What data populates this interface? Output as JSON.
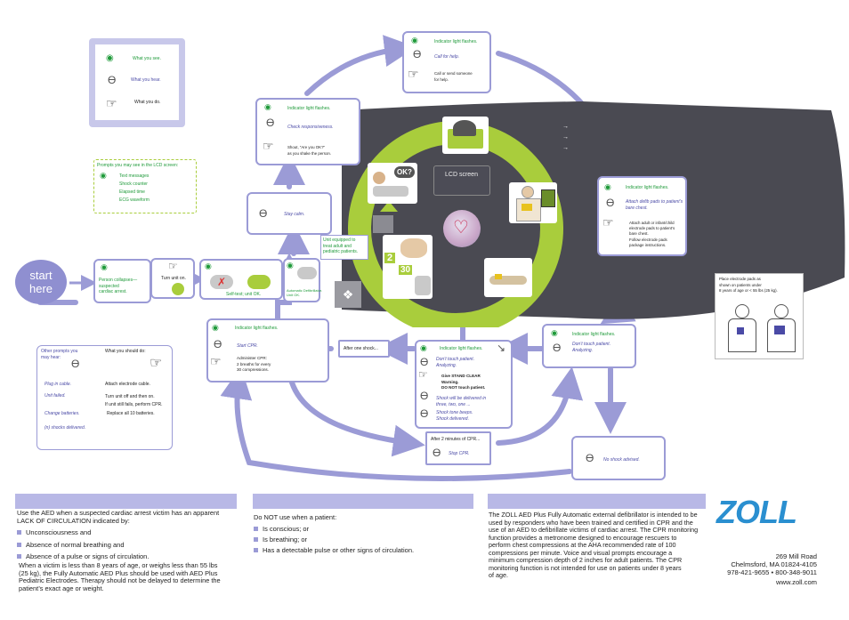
{
  "legend": {
    "see": "What you see.",
    "hear": "What you hear.",
    "do": "What you do."
  },
  "prompts_box": {
    "title": "Prompts you may see in the LCD screen:",
    "items": [
      "Text messages",
      "Shock counter",
      "Elapsed time",
      "ECG waveform"
    ]
  },
  "start": {
    "line1": "start",
    "line2": "here"
  },
  "flow_left": {
    "collapse": "Person collapses—\nsuspected\ncardiac arrest.",
    "turn_on": "Turn unit on.",
    "selftest": "Self-test; unit OK.",
    "automatic": "Automatic Defibrillator.\nUnit OK.",
    "equipped": "Unit equipped to\ntreat adult and\npediatric patients."
  },
  "step_stay_calm": {
    "hear": "Stay calm."
  },
  "step_check": {
    "see": "Indicator light flashes.",
    "hear": "Check responsiveness.",
    "do": "Shout, “Are you OK?”\nas you shake the person."
  },
  "step_help": {
    "see": "Indicator light flashes.",
    "hear": "Call for help.",
    "do": "Call or send someone\nfor help."
  },
  "step_pads": {
    "see": "Indicator light flashes.",
    "hear": "Attach defib pads to patient’s\nbare chest.",
    "do": "Attach adult or infant/child\nelectrode pads to patient’s\nbare chest.\nFollow electrode pads\npackage instructions."
  },
  "pad_note": "Place electrode pads as\nshown on patients under\n8 years of age or < 55 lbs (25 kg).",
  "step_dont_touch": {
    "see": "Indicator light flashes.",
    "hear": "Don’t touch patient.\nAnalyzing."
  },
  "step_no_shock": {
    "hear": "No shock advised."
  },
  "step_shock": {
    "see": "Indicator light flashes.",
    "hear1": "Don’t touch patient.\nAnalyzing.",
    "do1": "Give STAND CLEAR\nWarning.\nDO NOT touch patient.",
    "hear2": "Shock will be delivered in\nthree, two, one ...",
    "hear3": "Shock tone beeps.\nShock delivered."
  },
  "after_one_shock": "After one shock...",
  "step_cpr": {
    "see": "Indicator light flashes.",
    "hear": "Start CPR.",
    "do": "Administer CPR:\n2 breaths for every\n30 compressions."
  },
  "step_stop_cpr": {
    "head": "After 2 minutes of CPR...",
    "hear": "Stop CPR."
  },
  "other_prompts": {
    "col1_head": "Other prompts you\nmay hear:",
    "col2_head": "What you should do:",
    "rows": [
      {
        "hear": "Plug in cable.",
        "do": "Attach electrode cable."
      },
      {
        "hear": "Unit failed.",
        "do": "Turn unit off and then on.\nIf unit still fails, perform CPR."
      },
      {
        "hear": "Change batteries.",
        "do": "Replace all 10 batteries."
      },
      {
        "hear": "(n) shocks delivered.",
        "do": ""
      }
    ]
  },
  "device": {
    "lcd": "LCD screen",
    "badge_ok": "OK?",
    "num2": "2",
    "num30": "30"
  },
  "indications": {
    "intro": "Use the AED when a suspected cardiac arrest victim has an apparent\nLACK OF CIRCULATION indicated by:",
    "bullets": [
      "Unconsciousness and",
      "Absence of normal breathing and",
      "Absence of a pulse or signs of circulation."
    ],
    "note": "When a victim is less than 8 years of age, or weighs less than 55 lbs\n(25 kg), the Fully Automatic AED Plus should be used with AED Plus\nPediatric Electrodes. Therapy should not be delayed to determine the\npatient’s exact age or weight."
  },
  "contra": {
    "intro": "Do NOT use when a patient:",
    "bullets": [
      "Is conscious; or",
      "Is breathing; or",
      "Has a detectable pulse or other signs of circulation."
    ]
  },
  "intended": "The ZOLL AED Plus Fully Automatic external defibrillator is intended to be\nused by responders who have been trained and certified in CPR and the\nuse of an AED to defibrillate victims of cardiac arrest. The CPR monitoring\nfunction provides a metronome designed to encourage rescuers to\nperform chest compressions at the AHA recommended rate of 100\ncompressions per minute. Voice and visual prompts encourage a\nminimum compression depth of 2 inches for adult patients. The CPR\nmonitoring function is not intended for use on patients under 8 years\nof age.",
  "brand": {
    "logo": "ZOLL",
    "address": "269 Mill Road",
    "city": "Chelmsford, MA 01824-4105",
    "phone": "978-421-9655 • 800-348-9011",
    "web": "www.zoll.com"
  },
  "colors": {
    "accent": "#9b9bd6",
    "lime": "#a9cd3c",
    "device": "#4a4a52",
    "logo": "#2a8fd0"
  }
}
